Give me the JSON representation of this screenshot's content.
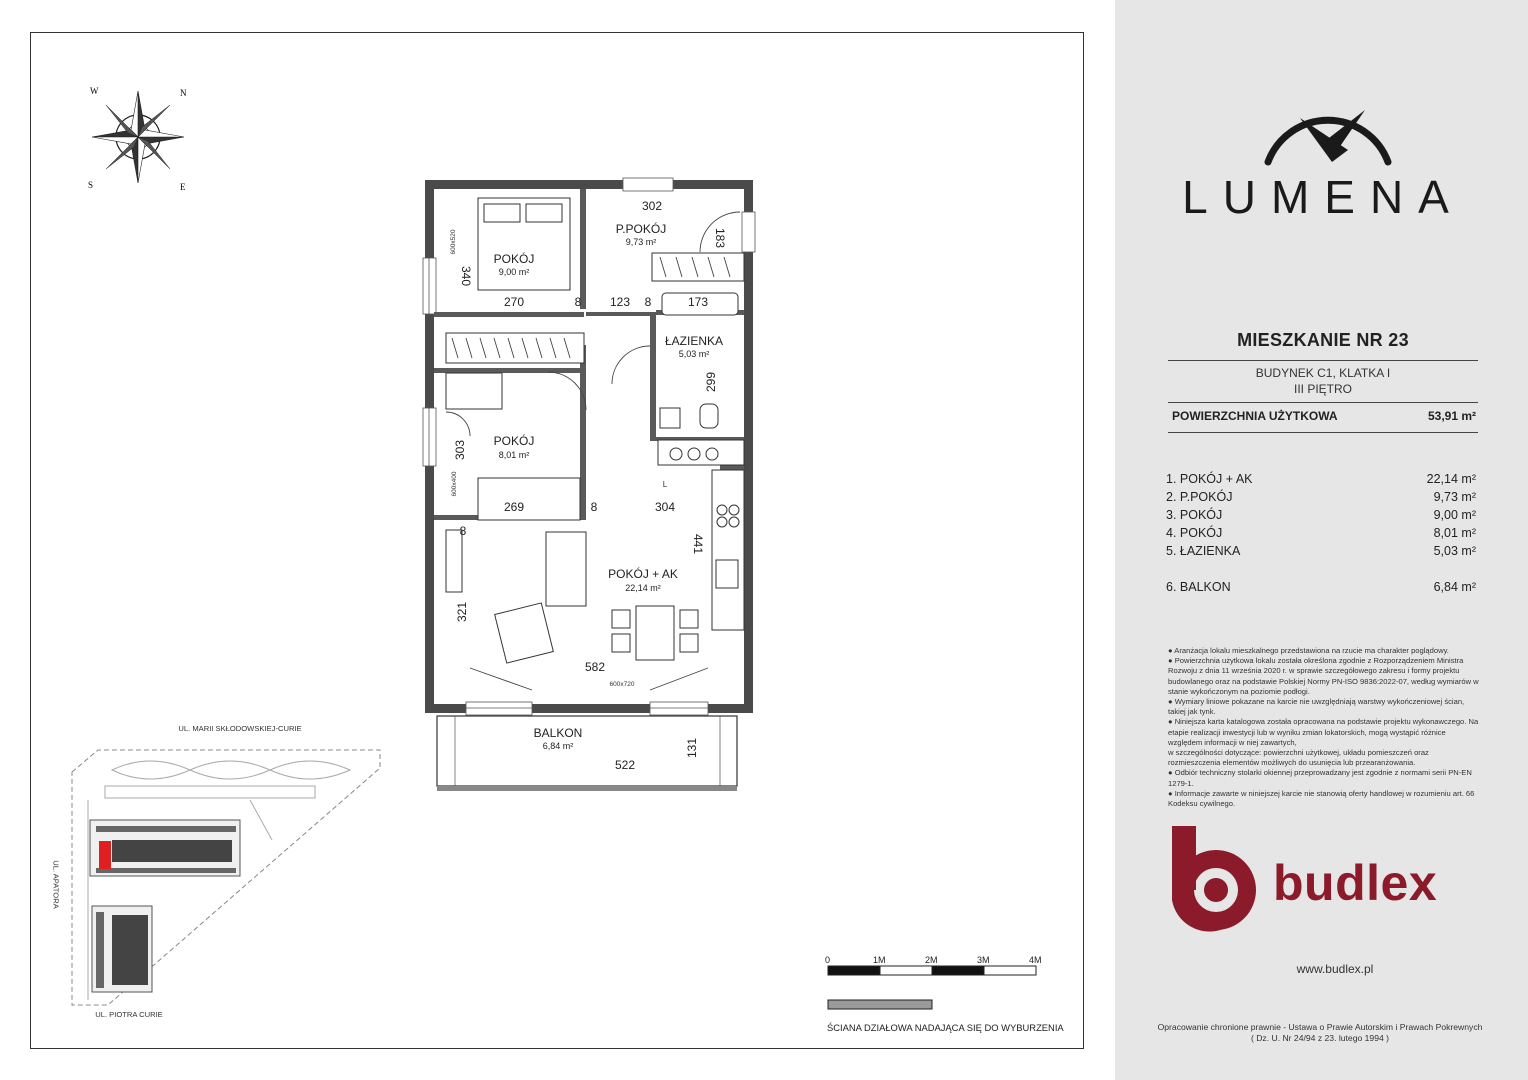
{
  "brand": {
    "project_logo_text": "LUMENA",
    "developer_logo_text": "budlex",
    "website": "www.budlex.pl"
  },
  "apartment": {
    "title": "MIESZKANIE NR 23",
    "building": "BUDYNEK C1, KLATKA I",
    "floor": "III PIĘTRO",
    "usable_area_label": "POWIERZCHNIA UŻYTKOWA",
    "usable_area_value": "53,91 m²"
  },
  "rooms": [
    {
      "label": "1. POKÓJ + AK",
      "area": "22,14 m²"
    },
    {
      "label": "2. P.POKÓJ",
      "area": "9,73 m²"
    },
    {
      "label": "3. POKÓJ",
      "area": "9,00 m²"
    },
    {
      "label": "4. POKÓJ",
      "area": "8,01 m²"
    },
    {
      "label": "5. ŁAZIENKA",
      "area": "5,03 m²"
    },
    {
      "label": "6. BALKON",
      "area": "6,84 m²"
    }
  ],
  "notes": [
    "● Aranżacja lokalu mieszkalnego przedstawiona na rzucie ma charakter poglądowy.",
    "● Powierzchnia użytkowa lokalu została określona zgodnie z Rozporządzeniem Ministra Rozwoju z dnia 11 września 2020 r. w sprawie szczegółowego zakresu i formy projektu budowlanego oraz na podstawie Polskiej Normy PN-ISO 9836:2022-07, według wymiarów w stanie wykończonym na poziomie podłogi.",
    "● Wymiary liniowe pokazane na karcie nie uwzględniają warstwy wykończeniowej ścian, takiej jak tynk.",
    "● Niniejsza karta katalogowa została opracowana na podstawie projektu wykonawczego. Na etapie realizacji inwestycji lub w wyniku zmian lokatorskich, mogą wystąpić różnice względem informacji w niej zawartych,",
    "w szczególności dotyczące: powierzchni użytkowej, układu pomieszczeń oraz rozmieszczenia elementów możliwych do usunięcia lub przearanżowania.",
    "● Odbiór techniczny stolarki okiennej przeprowadzany jest zgodnie z normami serii PN-EN 1279-1.",
    "● Informacje zawarte w niniejszej karcie nie stanowią oferty handlowej w rozumieniu art. 66 Kodeksu cywilnego."
  ],
  "copyright": {
    "line1": "Opracowanie chronione prawnie - Ustawa o Prawie Autorskim i Prawach Pokrewnych",
    "line2": "( Dz. U. Nr 24/94 z 23. lutego 1994 )"
  },
  "plan": {
    "room_labels": [
      {
        "name": "POKÓJ",
        "area": "9,00 m²"
      },
      {
        "name": "P.POKÓJ",
        "area": "9,73 m²"
      },
      {
        "name": "ŁAZIENKA",
        "area": "5,03 m²"
      },
      {
        "name": "POKÓJ",
        "area": "8,01 m²"
      },
      {
        "name": "POKÓJ + AK",
        "area": "22,14 m²"
      },
      {
        "name": "BALKON",
        "area": "6,84 m²"
      }
    ],
    "dimensions": [
      "302",
      "183",
      "340",
      "270",
      "8",
      "123",
      "8",
      "173",
      "299",
      "303",
      "269",
      "8",
      "304",
      "441",
      "321",
      "582",
      "522",
      "131",
      "8"
    ],
    "window_tags": [
      "600x520",
      "600x400",
      "600x720"
    ],
    "kitchen_tag": "L"
  },
  "compass": {
    "n": "N",
    "e": "E",
    "s": "S",
    "w": "W"
  },
  "site_plan": {
    "streets": [
      "UL. MARII SKŁODOWSKIEJ-CURIE",
      "UL. APATORA",
      "UL. PIOTRA CURIE"
    ]
  },
  "scale": {
    "ticks": [
      "0",
      "1M",
      "2M",
      "3M",
      "4M"
    ],
    "legend": "ŚCIANA DZIAŁOWA NADAJĄCA SIĘ DO WYBURZENIA"
  },
  "colors": {
    "side_panel": "#e6e6e6",
    "budlex_red": "#8b1a2b",
    "highlight": "#e02020"
  }
}
